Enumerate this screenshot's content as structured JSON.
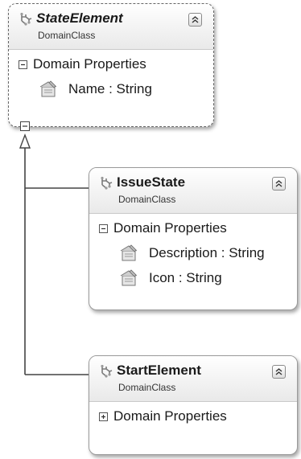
{
  "diagram": {
    "classes": [
      {
        "name": "StateElement",
        "kind": "DomainClass",
        "compartment": {
          "title": "Domain Properties",
          "expanded": true,
          "properties": [
            "Name : String"
          ]
        }
      },
      {
        "name": "IssueState",
        "kind": "DomainClass",
        "compartment": {
          "title": "Domain Properties",
          "expanded": true,
          "properties": [
            "Description : String",
            "Icon : String"
          ]
        }
      },
      {
        "name": "StartElement",
        "kind": "DomainClass",
        "compartment": {
          "title": "Domain Properties",
          "expanded": false,
          "properties": []
        }
      }
    ],
    "icons": {
      "class": "domain-class-icon",
      "property": "domain-property-icon",
      "collapse": "collapse-chevron-up-icon",
      "expand_toggle": "plus-minus-box-icon"
    },
    "colors": {
      "header_gradient_end": "#e9e9e9",
      "border": "#9a9a9a",
      "connector": "#444444"
    }
  }
}
